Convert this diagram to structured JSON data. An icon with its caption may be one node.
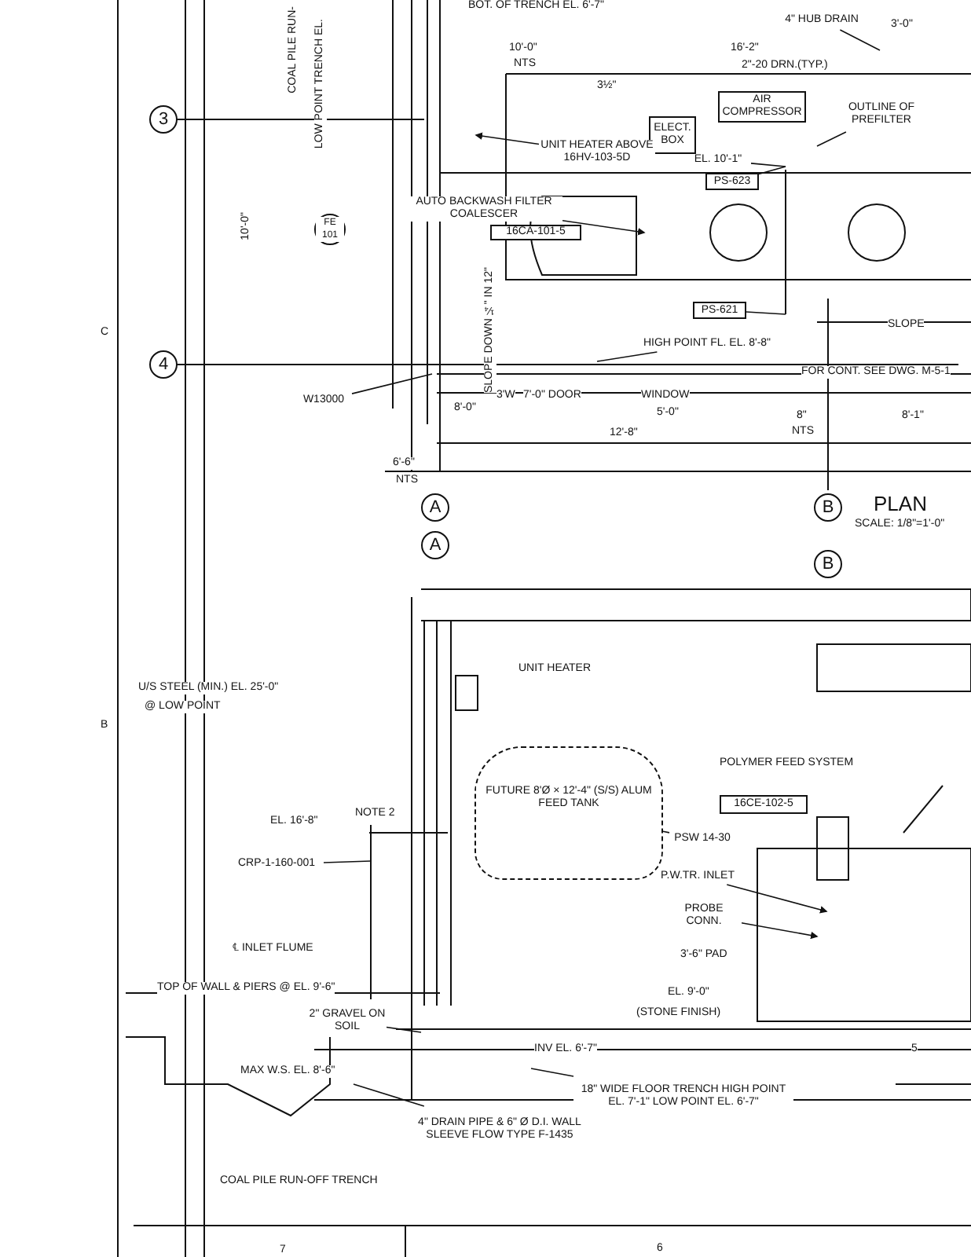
{
  "diagram": {
    "nodes": [
      {
        "text": [
          "3"
        ]
      },
      {
        "text": [
          "4"
        ]
      },
      {
        "text": [
          "A"
        ]
      },
      {
        "text": [
          "B"
        ]
      },
      {
        "text": [
          "A"
        ]
      },
      {
        "text": [
          "B"
        ]
      },
      {
        "text": [
          "ELECT. BOX"
        ]
      },
      {
        "text": [
          "AIR COMPRESSOR"
        ]
      },
      {
        "text": [
          "PS-623"
        ]
      },
      {
        "text": [
          "PS-621"
        ]
      },
      {
        "text": [
          "16CA-101-5"
        ]
      },
      {
        "text": [
          "16CE-102-5"
        ]
      },
      {
        "text": [
          "FE 101"
        ]
      },
      {
        "text": [
          "UNIT HEATER ABOVE 16HV-103-5D"
        ]
      },
      {
        "text": [
          "AUTO BACKWASH FILTER COALESCER"
        ]
      },
      {
        "text": [
          "W13000"
        ]
      },
      {
        "text": [
          "EL. 10'-1\""
        ]
      },
      {
        "text": [
          "4\" HUB DRAIN"
        ]
      },
      {
        "text": [
          "CRP-1-160-001"
        ]
      },
      {
        "text": [
          "2\" GRAVEL ON SOIL"
        ]
      },
      {
        "text": [
          "18\" WIDE FLOOR TRENCH HIGH POINT EL. 7'-1\" LOW POINT EL. 6'-7\""
        ]
      },
      {
        "text": [
          "4\" DRAIN PIPE & 6\" Ø D.I. WALL SLEEVE FLOW TYPE F-1435"
        ]
      },
      {
        "text": [
          "P.W.TR. INLET"
        ]
      },
      {
        "text": [
          "PROBE CONN."
        ]
      },
      {
        "text": [
          "FUTURE 8'Ø × 12'-4\" (S/S) ALUM FEED TANK"
        ]
      },
      {
        "text": [
          "OUTLINE OF PREFILTER"
        ]
      },
      {
        "text": [
          "HIGH POINT FL. EL. 8'-8\""
        ]
      },
      {
        "text": [
          "PSW 14-30"
        ]
      }
    ],
    "edges": [
      {
        "from": 13,
        "to": null,
        "arrow": "to"
      },
      {
        "from": 14,
        "to": null,
        "arrow": "to"
      },
      {
        "from": 8,
        "to": null,
        "arrow": "none"
      },
      {
        "from": 9,
        "to": null,
        "arrow": "none"
      },
      {
        "from": 15,
        "to": null,
        "arrow": "none"
      },
      {
        "from": 16,
        "to": null,
        "arrow": "none"
      },
      {
        "from": 17,
        "to": null,
        "arrow": "none"
      },
      {
        "from": 18,
        "to": null,
        "arrow": "none"
      },
      {
        "from": 19,
        "to": null,
        "arrow": "none"
      },
      {
        "from": 20,
        "to": null,
        "arrow": "none"
      },
      {
        "from": 21,
        "to": null,
        "arrow": "none"
      },
      {
        "from": 22,
        "to": null,
        "arrow": "to"
      },
      {
        "from": 23,
        "to": null,
        "arrow": "to"
      },
      {
        "from": 25,
        "to": null,
        "arrow": "none"
      },
      {
        "from": 26,
        "to": null,
        "arrow": "none"
      },
      {
        "from": 27,
        "to": 24,
        "arrow": "none"
      }
    ],
    "labels": [
      "BOT. OF TRENCH EL. 6'-7\"",
      "3'-0\"",
      "COAL PILE RUN-",
      "LOW POINT TRENCH EL.",
      "10'-0\"",
      "10'-0\"",
      "NTS",
      "16'-2\"",
      "2\"-20 DRN.(TYP.)",
      "3½\"",
      "SLOPE DOWN ¼\" IN 12\"",
      "SLOPE",
      "FOR CONT. SEE DWG. M-5-1",
      "3'W",
      "7'-0\" DOOR",
      "WINDOW",
      "5'-0\"",
      "12'-8\"",
      "8'-0\"",
      "8\"",
      "NTS",
      "8'-1\"",
      "6'-6\"",
      "NTS",
      "C",
      "PLAN",
      "SCALE: 1/8\"=1'-0\"",
      "U/S STEEL (MIN.) EL. 25'-0\"",
      "@ LOW POINT",
      "B",
      "UNIT HEATER",
      "POLYMER FEED SYSTEM",
      "EL. 16'-8\"",
      "NOTE 2",
      "℄ INLET FLUME",
      "TOP OF WALL & PIERS @ EL. 9'-6\"",
      "MAX W.S. EL. 8'-6\"",
      "3'-6\" PAD",
      "EL. 9'-0\"",
      "(STONE FINISH)",
      "INV EL. 6'-7\"",
      "COAL PILE RUN-OFF TRENCH",
      "7",
      "6",
      "5"
    ]
  }
}
